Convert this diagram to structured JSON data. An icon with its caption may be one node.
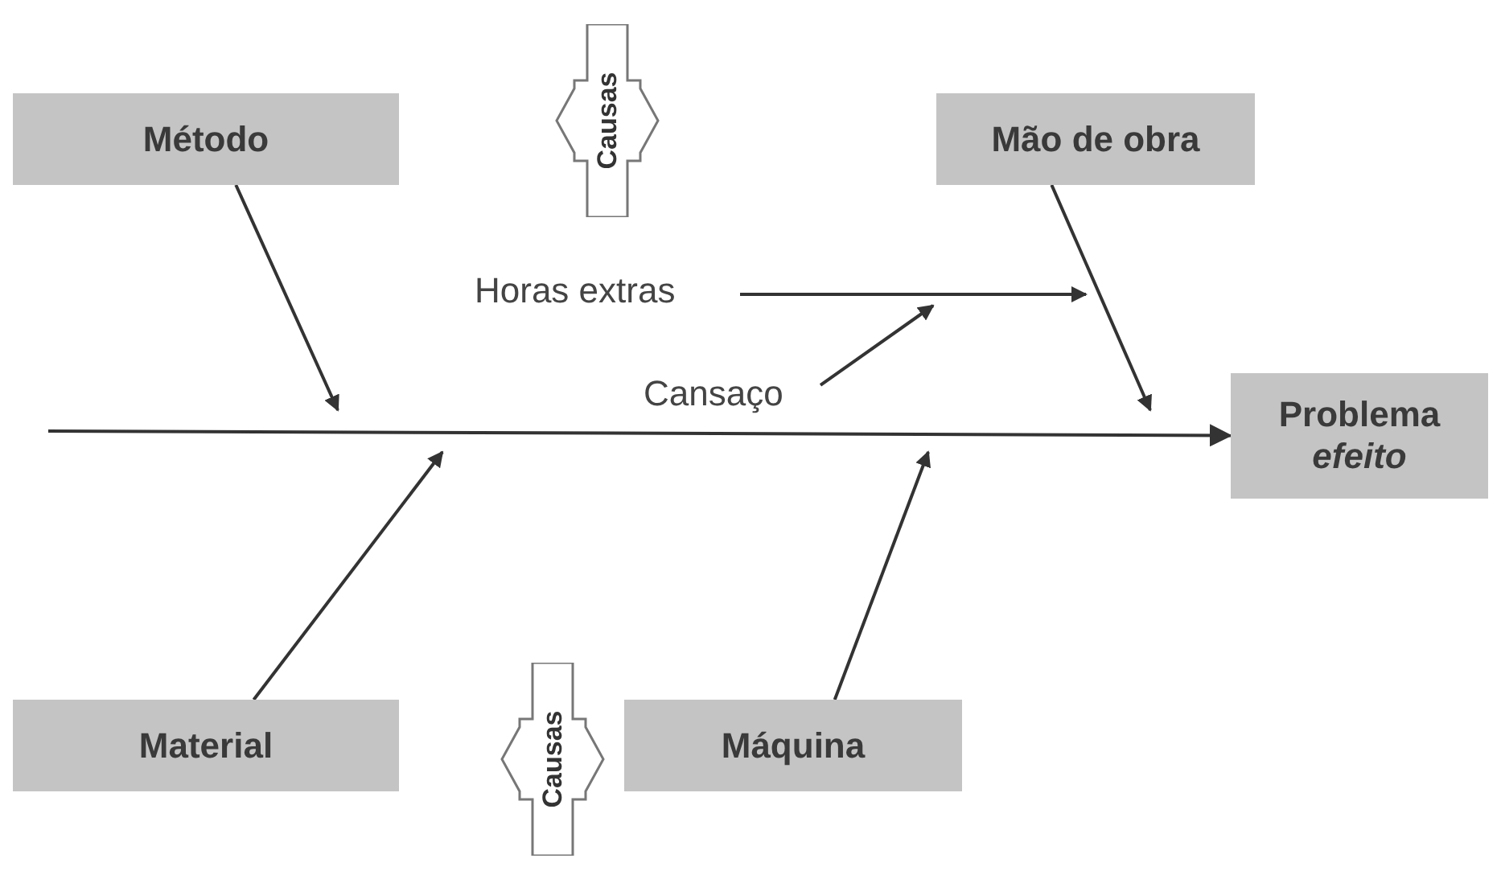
{
  "diagram": {
    "nodes": [
      {
        "text": [
          "Método"
        ]
      },
      {
        "text": [
          "Mão de obra"
        ]
      },
      {
        "text": [
          "Material"
        ]
      },
      {
        "text": [
          "Máquina"
        ]
      },
      {
        "text": [
          "Problema",
          "efeito"
        ]
      },
      {
        "text": [
          "Horas extras"
        ]
      },
      {
        "text": [
          "Cansaço"
        ]
      },
      {
        "text": [
          "Causas"
        ]
      },
      {
        "text": [
          "Causas"
        ]
      }
    ],
    "edges": [
      {
        "from": null,
        "to": 4,
        "arrow": "to"
      },
      {
        "from": 0,
        "to": null,
        "arrow": "to"
      },
      {
        "from": 1,
        "to": null,
        "arrow": "to"
      },
      {
        "from": 2,
        "to": null,
        "arrow": "to"
      },
      {
        "from": 3,
        "to": null,
        "arrow": "to"
      },
      {
        "from": 5,
        "to": null,
        "arrow": "to"
      },
      {
        "from": 6,
        "to": null,
        "arrow": "to"
      }
    ]
  }
}
